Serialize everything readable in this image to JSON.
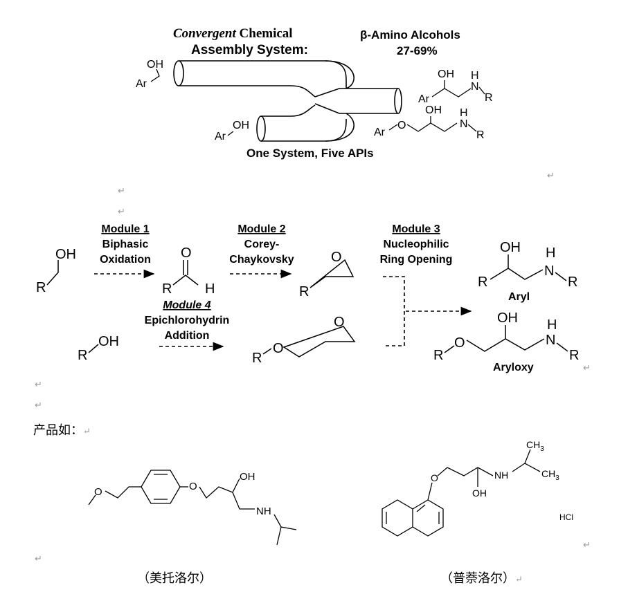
{
  "graphic": {
    "title_italic": "Convergent",
    "title_rest": " Chemical",
    "title_line2": "Assembly System:",
    "right_line1": "β-Amino Alcohols",
    "right_line2": "27-69%",
    "bottom_caption": "One System, Five APIs",
    "atoms": {
      "OH": "OH",
      "Ar": "Ar",
      "N": "N",
      "H": "H",
      "R": "R",
      "O": "O"
    }
  },
  "scheme": {
    "module1": {
      "title": "Module 1",
      "line1": "Biphasic",
      "line2": "Oxidation"
    },
    "module2": {
      "title": "Module 2",
      "line1": "Corey-",
      "line2": "Chaykovsky"
    },
    "module3": {
      "title": "Module 3",
      "line1": "Nucleophilic",
      "line2": "Ring Opening"
    },
    "module4": {
      "title": "Module 4",
      "line1": "Epichlorohydrin",
      "line2": "Addition"
    },
    "product_aryl": "Aryl",
    "product_aryloxy": "Aryloxy"
  },
  "document": {
    "intro": "产品如：",
    "para_mark": "↵"
  },
  "compounds": {
    "left_caption": "（美托洛尔）",
    "right_caption": "（普萘洛尔）",
    "right_salt": "HCl",
    "labels": {
      "OH": "OH",
      "NH": "NH",
      "O": "O",
      "CH3": "CH",
      "sub3": "3"
    }
  }
}
